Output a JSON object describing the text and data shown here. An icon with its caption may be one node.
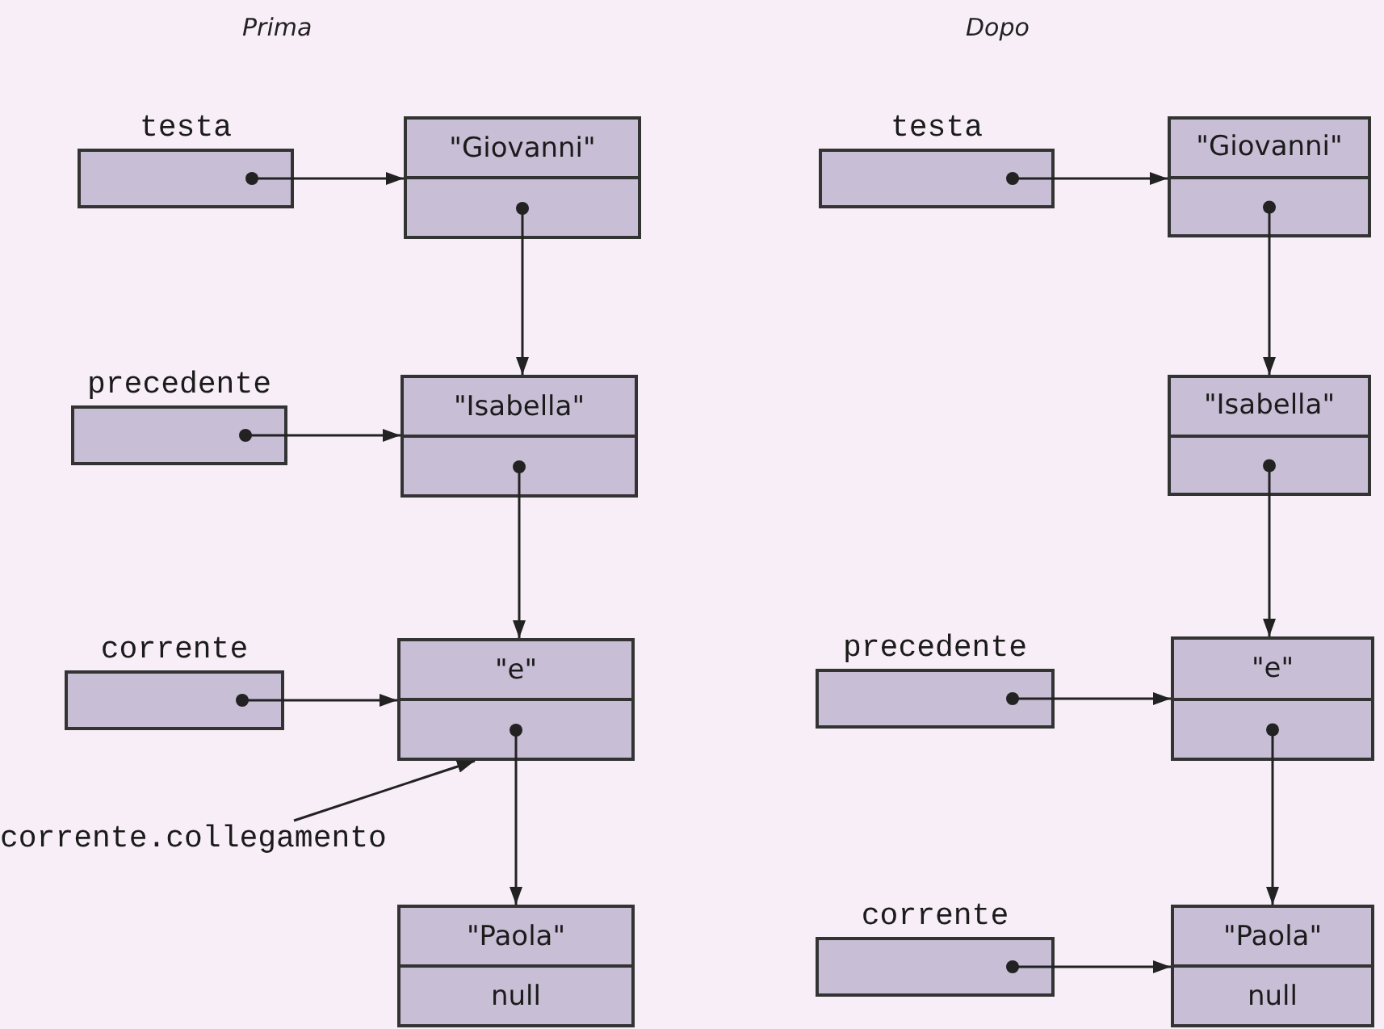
{
  "diagram": {
    "nodes": [
      {
        "text": [
          "testa"
        ]
      },
      {
        "text": [
          "\"Giovanni\""
        ]
      },
      {
        "text": [
          "precedente"
        ]
      },
      {
        "text": [
          "\"Isabella\""
        ]
      },
      {
        "text": [
          "corrente"
        ]
      },
      {
        "text": [
          "\"e\""
        ]
      },
      {
        "text": [],
        "shape": "box",
        "in": 5
      },
      {
        "text": [
          "corrente.collegamento"
        ]
      },
      {
        "text": [
          "\"Paola\"",
          "null"
        ]
      },
      {
        "text": [
          "testa"
        ]
      },
      {
        "text": [
          "\"Giovanni\""
        ]
      },
      {
        "text": [
          "\"Isabella\""
        ]
      },
      {
        "text": [
          "precedente"
        ]
      },
      {
        "text": [
          "\"e\""
        ]
      },
      {
        "text": [
          "corrente"
        ]
      },
      {
        "text": [
          "\"Paola\"",
          "null"
        ]
      }
    ],
    "edges": [
      {
        "from": 0,
        "to": 1,
        "arrow": "to"
      },
      {
        "from": 1,
        "to": 3,
        "arrow": "to"
      },
      {
        "from": 2,
        "to": 3,
        "arrow": "to"
      },
      {
        "from": 3,
        "to": 5,
        "arrow": "to"
      },
      {
        "from": 4,
        "to": 5,
        "arrow": "to"
      },
      {
        "from": 7,
        "to": 6,
        "arrow": "to"
      },
      {
        "from": 6,
        "to": 8,
        "arrow": "to"
      },
      {
        "from": 9,
        "to": 10,
        "arrow": "to"
      },
      {
        "from": 10,
        "to": 11,
        "arrow": "to"
      },
      {
        "from": 11,
        "to": 13,
        "arrow": "to"
      },
      {
        "from": 12,
        "to": 13,
        "arrow": "to"
      },
      {
        "from": 13,
        "to": 15,
        "arrow": "to"
      },
      {
        "from": 14,
        "to": 15,
        "arrow": "to"
      }
    ],
    "labels": [
      "Prima",
      "Dopo"
    ]
  }
}
